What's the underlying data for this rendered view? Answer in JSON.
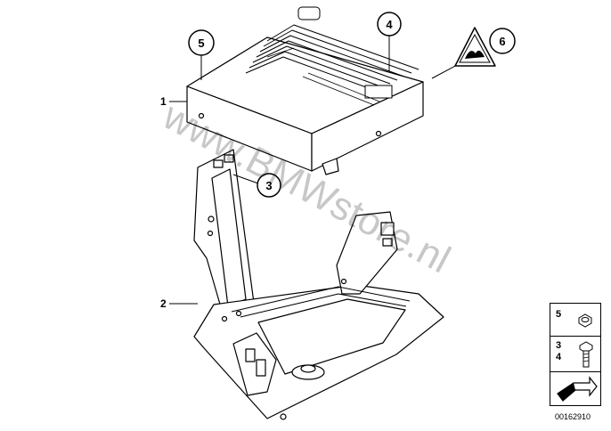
{
  "diagram": {
    "callouts": [
      {
        "id": "c5",
        "label": "5"
      },
      {
        "id": "c4",
        "label": "4"
      },
      {
        "id": "c6",
        "label": "6"
      },
      {
        "id": "c3",
        "label": "3"
      }
    ],
    "plain_labels": [
      {
        "id": "p1",
        "label": "1"
      },
      {
        "id": "p2",
        "label": "2"
      }
    ],
    "watermark": "www.BMWstore.nl"
  },
  "side_panel": {
    "cell1_label": "5",
    "cell2_label_a": "3",
    "cell2_label_b": "4"
  },
  "reference_number": "00162910"
}
